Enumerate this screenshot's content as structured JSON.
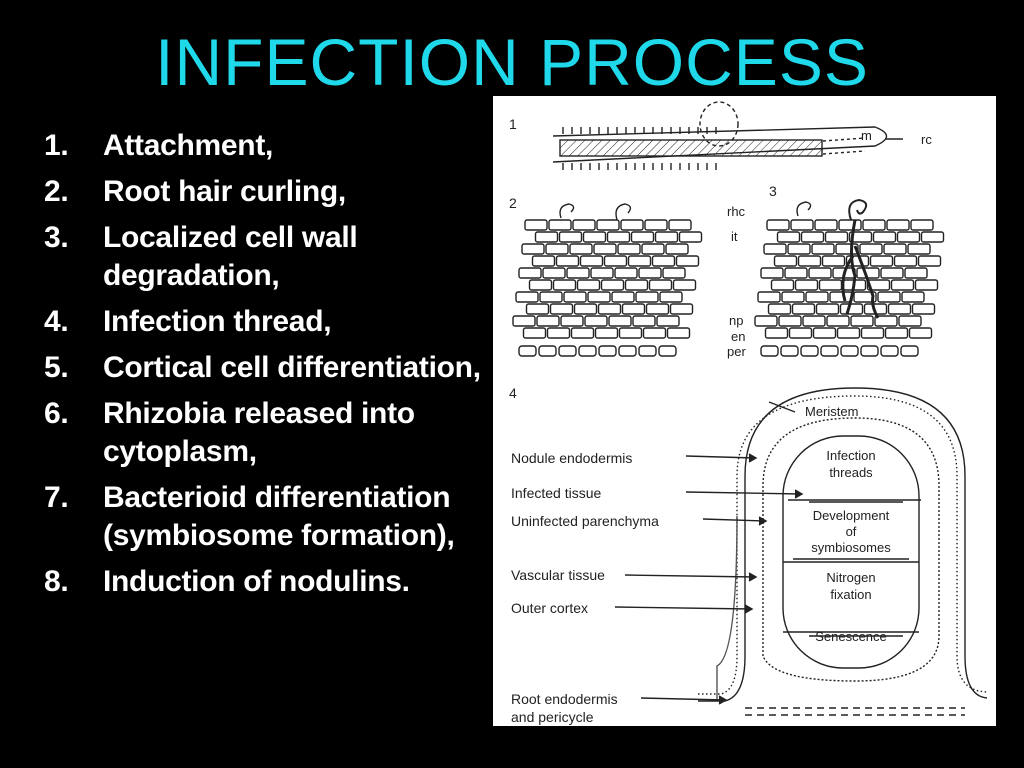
{
  "slide": {
    "title": "INFECTION PROCESS",
    "steps": [
      {
        "num": "1.",
        "text": "Attachment,"
      },
      {
        "num": "2.",
        "text": "Root hair curling,"
      },
      {
        "num": "3.",
        "text": "Localized cell wall degradation,"
      },
      {
        "num": "4.",
        "text": "Infection thread,"
      },
      {
        "num": "5.",
        "text": "Cortical cell differentiation,"
      },
      {
        "num": "6.",
        "text": "Rhizobia released into cytoplasm,"
      },
      {
        "num": "7.",
        "text": "Bacterioid differentiation (symbiosome formation),"
      },
      {
        "num": "8.",
        "text": "Induction of nodulins."
      }
    ]
  },
  "figure": {
    "panels": {
      "p1": "1",
      "p2": "2",
      "p3": "3",
      "p4": "4"
    },
    "root_labels": {
      "m": "m",
      "rc": "rc"
    },
    "cortex_labels": {
      "rhc": "rhc",
      "it": "it",
      "np": "np",
      "en": "en",
      "per": "per"
    },
    "nodule_labels": {
      "nodule_endodermis": "Nodule endodermis",
      "infected_tissue": "Infected tissue",
      "uninfected_parenchyma": "Uninfected parenchyma",
      "vascular_tissue": "Vascular tissue",
      "outer_cortex": "Outer cortex",
      "root_endodermis_1": "Root endodermis",
      "root_endodermis_2": "and pericycle"
    },
    "zones": {
      "meristem": "Meristem",
      "infection_1": "Infection",
      "infection_2": "threads",
      "development_1": "Development",
      "development_2": "of",
      "development_3": "symbiosomes",
      "nitrogen_1": "Nitrogen",
      "nitrogen_2": "fixation",
      "senescence": "Senescence"
    }
  }
}
